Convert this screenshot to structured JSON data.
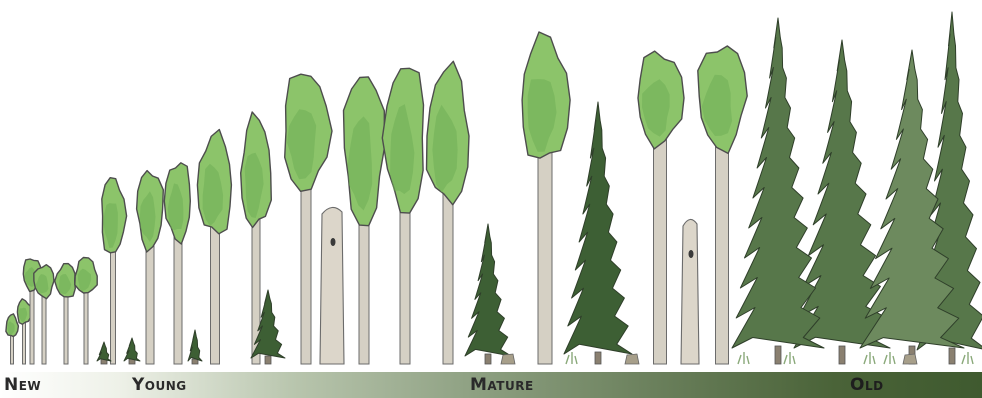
{
  "stages": [
    {
      "id": "new",
      "label": "New"
    },
    {
      "id": "young",
      "label": "Young"
    },
    {
      "id": "mature",
      "label": "Mature"
    },
    {
      "id": "old",
      "label": "Old"
    }
  ],
  "colors": {
    "deciduous_crown": "#8cc46a",
    "deciduous_crown_shade": "#6fae55",
    "trunk": "#d5d0c4",
    "trunk_outline": "#6b6b6b",
    "conifer_dark": "#3d5f34",
    "conifer_old": "#57774a",
    "conifer_old_light": "#6d8a5e",
    "snag": "#dcd6ca",
    "bar_start": "#ffffff",
    "bar_end": "#3f5a2f"
  },
  "icons": [
    "deciduous-tree-icon",
    "conifer-tree-icon",
    "snag-icon",
    "grass-tuft-icon",
    "stump-icon"
  ]
}
